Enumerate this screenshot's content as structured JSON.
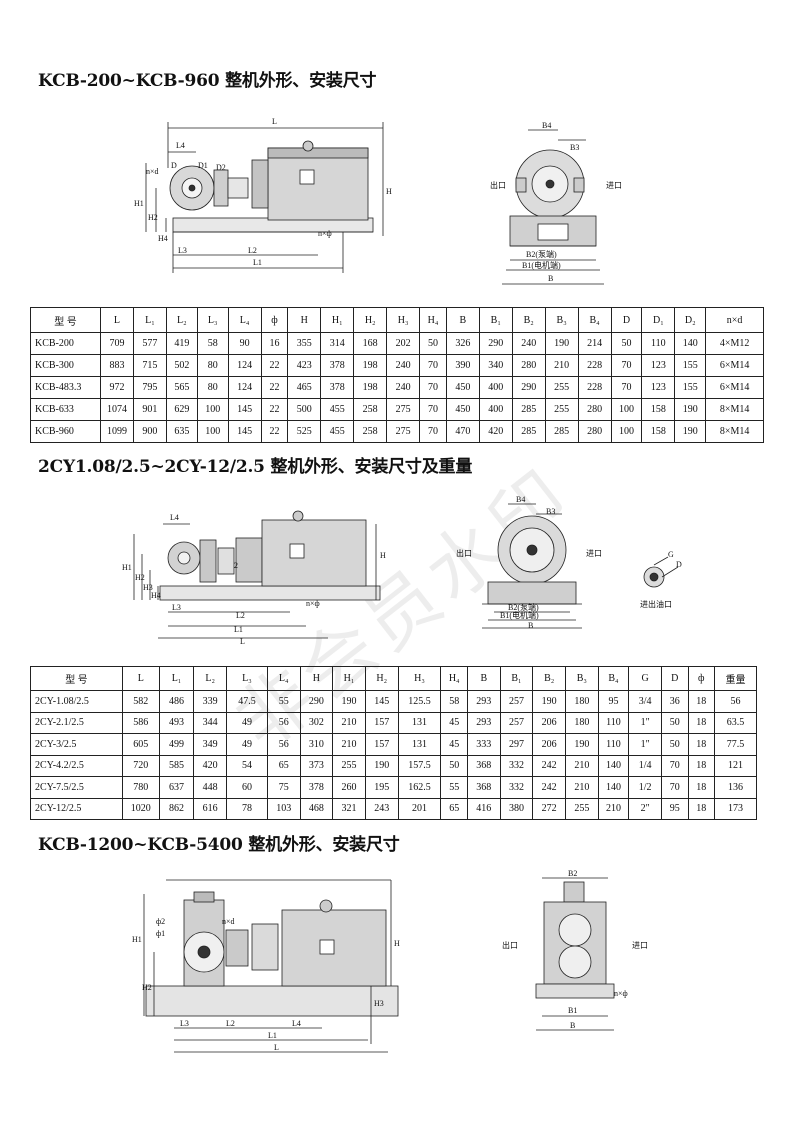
{
  "watermark": "非会员水印",
  "section1": {
    "title": "KCB-200~KCB-960 整机外形、安装尺寸",
    "side_labels": {
      "L": "L",
      "L4": "L4",
      "D": "D",
      "D1": "D1",
      "D2": "D2",
      "nxd": "n×d",
      "H": "H",
      "H1": "H1",
      "H2": "H2",
      "H4": "H4",
      "L3": "L3",
      "L2": "L2",
      "L1": "L1",
      "nxphi": "n×ф"
    },
    "end_labels": {
      "B4": "B4",
      "B3": "B3",
      "outlet": "出口",
      "inlet": "进口",
      "B2": "B2(泵端)",
      "B1": "B1(电机端)",
      "B": "B"
    },
    "headers": [
      "型  号",
      "L",
      "L₁",
      "L₂",
      "L₃",
      "L₄",
      "ф",
      "H",
      "H₁",
      "H₂",
      "H₃",
      "H₄",
      "B",
      "B₁",
      "B₂",
      "B₃",
      "B₄",
      "D",
      "D₁",
      "D₂",
      "n×d"
    ],
    "rows": [
      [
        "KCB-200",
        "709",
        "577",
        "419",
        "58",
        "90",
        "16",
        "355",
        "314",
        "168",
        "202",
        "50",
        "326",
        "290",
        "240",
        "190",
        "214",
        "50",
        "110",
        "140",
        "4×M12"
      ],
      [
        "KCB-300",
        "883",
        "715",
        "502",
        "80",
        "124",
        "22",
        "423",
        "378",
        "198",
        "240",
        "70",
        "390",
        "340",
        "280",
        "210",
        "228",
        "70",
        "123",
        "155",
        "6×M14"
      ],
      [
        "KCB-483.3",
        "972",
        "795",
        "565",
        "80",
        "124",
        "22",
        "465",
        "378",
        "198",
        "240",
        "70",
        "450",
        "400",
        "290",
        "255",
        "228",
        "70",
        "123",
        "155",
        "6×M14"
      ],
      [
        "KCB-633",
        "1074",
        "901",
        "629",
        "100",
        "145",
        "22",
        "500",
        "455",
        "258",
        "275",
        "70",
        "450",
        "400",
        "285",
        "255",
        "280",
        "100",
        "158",
        "190",
        "8×M14"
      ],
      [
        "KCB-960",
        "1099",
        "900",
        "635",
        "100",
        "145",
        "22",
        "525",
        "455",
        "258",
        "275",
        "70",
        "470",
        "420",
        "285",
        "285",
        "280",
        "100",
        "158",
        "190",
        "8×M14"
      ]
    ]
  },
  "section2": {
    "title": "2CY1.08/2.5~2CY-12/2.5 整机外形、安装尺寸及重量",
    "side_labels": {
      "L4": "L4",
      "H": "H",
      "H1": "H1",
      "H2": "H2",
      "H3": "H3",
      "H4": "H4",
      "L3": "L3",
      "L2": "L2",
      "L1": "L1",
      "L": "L",
      "nxphi": "n×ф",
      "two": "2"
    },
    "end_labels": {
      "B4": "B4",
      "B3": "B3",
      "outlet": "出口",
      "inlet": "进口",
      "B2": "B2(泵端)",
      "B1": "B1(电机端)",
      "B": "B"
    },
    "port_labels": {
      "G": "G",
      "D": "D",
      "caption": "进出油口"
    },
    "headers": [
      "型  号",
      "L",
      "L₁",
      "L₂",
      "L₃",
      "L₄",
      "H",
      "H₁",
      "H₂",
      "H₃",
      "H₄",
      "B",
      "B₁",
      "B₂",
      "B₃",
      "B₄",
      "G",
      "D",
      "ф",
      "重量"
    ],
    "rows": [
      [
        "2CY-1.08/2.5",
        "582",
        "486",
        "339",
        "47.5",
        "55",
        "290",
        "190",
        "145",
        "125.5",
        "58",
        "293",
        "257",
        "190",
        "180",
        "95",
        "3/4",
        "36",
        "18",
        "56"
      ],
      [
        "2CY-2.1/2.5",
        "586",
        "493",
        "344",
        "49",
        "56",
        "302",
        "210",
        "157",
        "131",
        "45",
        "293",
        "257",
        "206",
        "180",
        "110",
        "1\"",
        "50",
        "18",
        "63.5"
      ],
      [
        "2CY-3/2.5",
        "605",
        "499",
        "349",
        "49",
        "56",
        "310",
        "210",
        "157",
        "131",
        "45",
        "333",
        "297",
        "206",
        "190",
        "110",
        "1\"",
        "50",
        "18",
        "77.5"
      ],
      [
        "2CY-4.2/2.5",
        "720",
        "585",
        "420",
        "54",
        "65",
        "373",
        "255",
        "190",
        "157.5",
        "50",
        "368",
        "332",
        "242",
        "210",
        "140",
        "1/4",
        "70",
        "18",
        "121"
      ],
      [
        "2CY-7.5/2.5",
        "780",
        "637",
        "448",
        "60",
        "75",
        "378",
        "260",
        "195",
        "162.5",
        "55",
        "368",
        "332",
        "242",
        "210",
        "140",
        "1/2",
        "70",
        "18",
        "136"
      ],
      [
        "2CY-12/2.5",
        "1020",
        "862",
        "616",
        "78",
        "103",
        "468",
        "321",
        "243",
        "201",
        "65",
        "416",
        "380",
        "272",
        "255",
        "210",
        "2\"",
        "95",
        "18",
        "173"
      ]
    ]
  },
  "section3": {
    "title": "KCB-1200~KCB-5400 整机外形、安装尺寸",
    "side_labels": {
      "phi2": "ф2",
      "phi1": "ф1",
      "nxd": "n×d",
      "H1": "H1",
      "H2": "H2",
      "H": "H",
      "H3": "H3",
      "L3": "L3",
      "L2": "L2",
      "L4": "L4",
      "L1": "L1",
      "L": "L"
    },
    "end_labels": {
      "B2": "B2",
      "outlet": "出口",
      "inlet": "进口",
      "nxphi": "n×ф",
      "B1": "B1",
      "B": "B"
    }
  }
}
